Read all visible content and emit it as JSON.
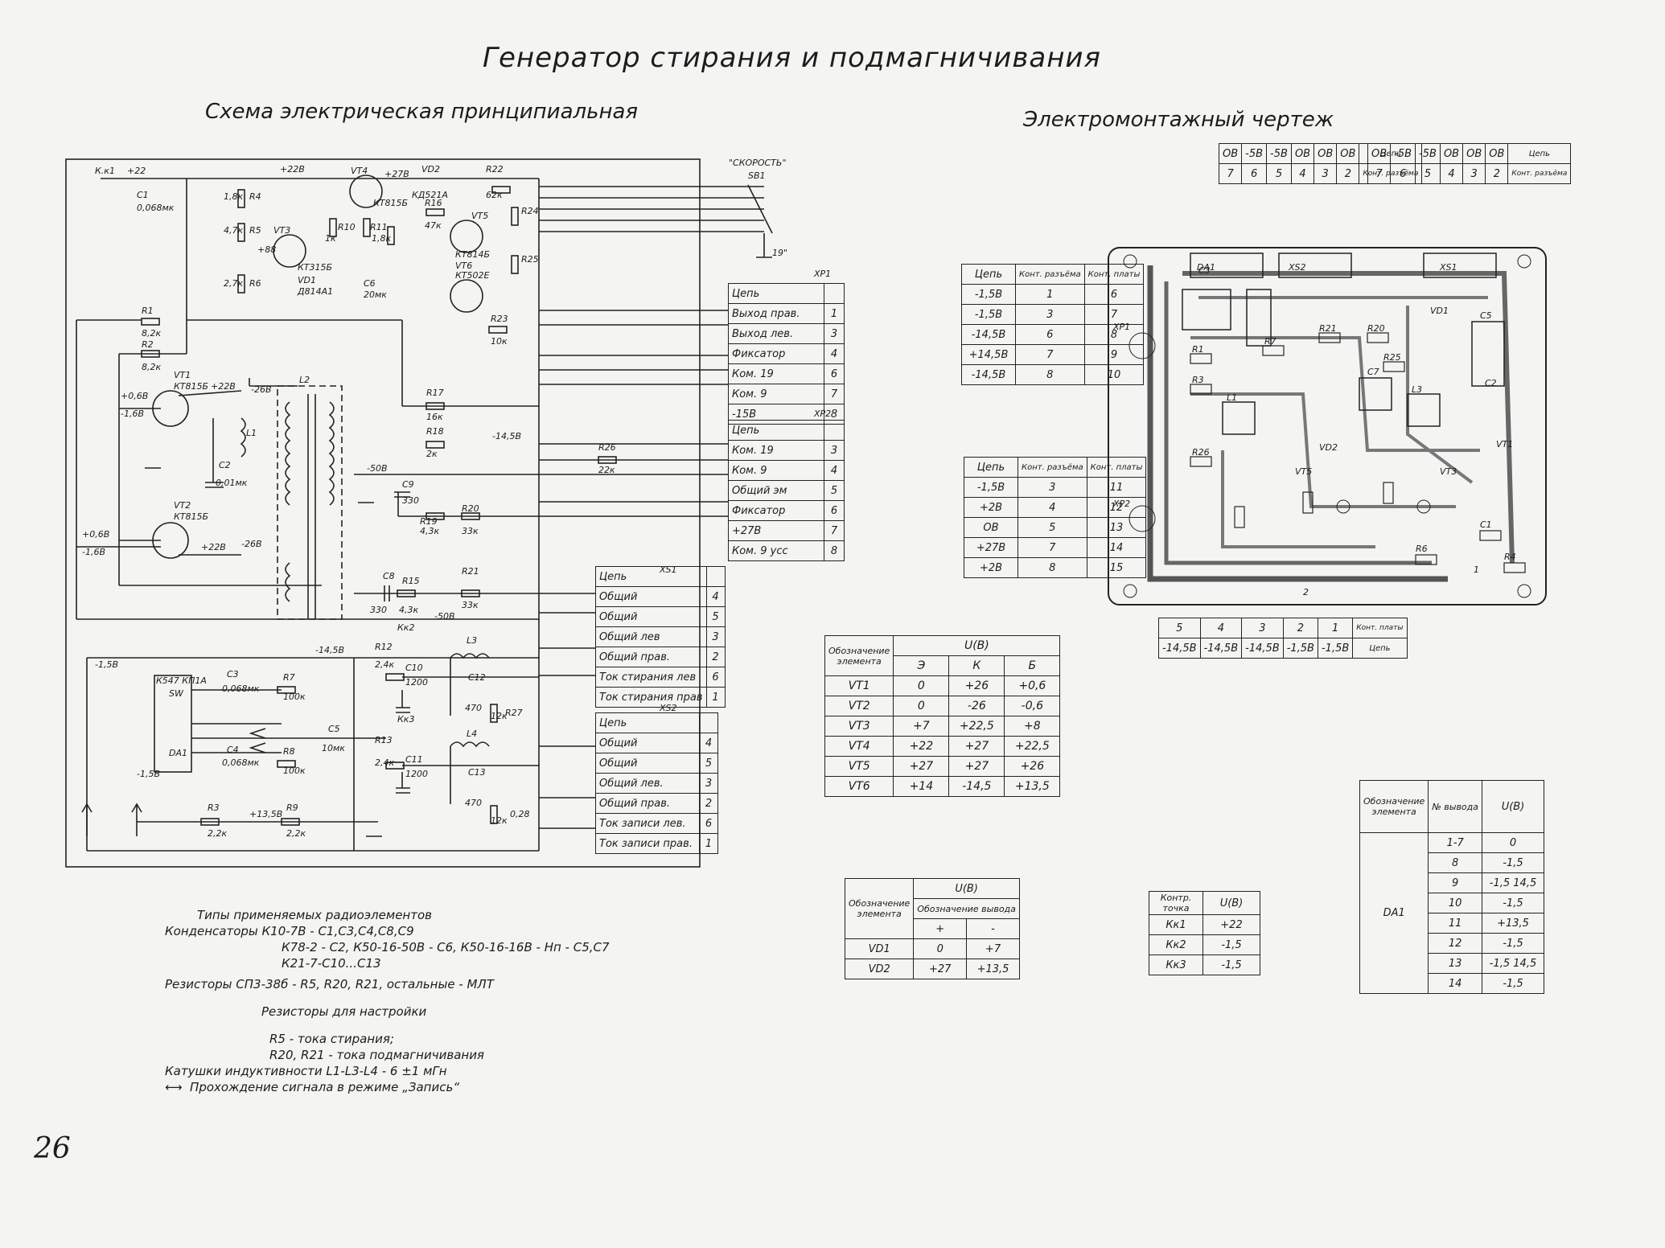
{
  "header": {
    "title": "Генератор стирания и подмагничивания",
    "schematic_title": "Схема электрическая принципиальная",
    "assembly_title": "Электромонтажный чертеж"
  },
  "page_number": "26",
  "schematic": {
    "components": [
      "К.к1",
      "+22",
      "C1",
      "0,068мк",
      "R4",
      "1,8к",
      "R5",
      "4,7к",
      "+88",
      "R6",
      "2,7к",
      "VT3",
      "КТ315Б",
      "VD1",
      "Д814А1",
      "R10",
      "1к",
      "R11",
      "1,8к",
      "VT4",
      "КТ815Б",
      "VD2",
      "КД521А",
      "R22",
      "62к",
      "R16",
      "47к",
      "VT5",
      "КТ814Б",
      "VT6",
      "КТ502Е",
      "R24",
      "R25",
      "C6",
      "20мк",
      "R23",
      "10к",
      "R1",
      "8,2к",
      "R2",
      "8,2к",
      "VT1",
      "КТ815Б",
      "+22В",
      "L2",
      "L1",
      "C2",
      "0,01мк",
      "VT2",
      "КТ815Б",
      "R17",
      "16к",
      "R18",
      "2к",
      "C9",
      "330",
      "R19",
      "4,3к",
      "R20",
      "33к",
      "C8",
      "330",
      "R15",
      "4,3к",
      "R21",
      "33к",
      "R26",
      "22к",
      "К547 КП1А",
      "SW",
      "DA1",
      "C3",
      "0,068мк",
      "R7",
      "100к",
      "C4",
      "0,068мк",
      "R8",
      "100к",
      "R12",
      "2,4к",
      "C10",
      "1200",
      "C5",
      "10мк",
      "R13",
      "2,4к",
      "C11",
      "1200",
      "L3",
      "C12",
      "470",
      "L4",
      "C13",
      "470",
      "R27",
      "12к",
      "R3",
      "2,2к",
      "R9",
      "2,2к",
      "Кк2",
      "Кк3",
      "SB1",
      "\"СКОРОСТЬ\"",
      "19\""
    ],
    "voltages": [
      "+22В",
      "+27В",
      "-26В",
      "+0,6В",
      "-1,6В",
      "+22В",
      "-50В",
      "-26В",
      "-14,5В",
      "-50В",
      "-14,5В",
      "-1,5В",
      "+13,5В"
    ],
    "xp1_title": "XP1",
    "xp1_rows": [
      {
        "label": "Цепь",
        "pin": ""
      },
      {
        "label": "Выход прав.",
        "pin": "1"
      },
      {
        "label": "Выход лев.",
        "pin": "3"
      },
      {
        "label": "Фиксатор",
        "pin": "4"
      },
      {
        "label": "Ком. 19",
        "pin": "6"
      },
      {
        "label": "Ком. 9",
        "pin": "7"
      },
      {
        "label": "-15В",
        "pin": "8"
      }
    ],
    "xp2_title": "XP2",
    "xp2_rows": [
      {
        "label": "Цепь",
        "pin": ""
      },
      {
        "label": "Ком. 19",
        "pin": "3"
      },
      {
        "label": "Ком. 9",
        "pin": "4"
      },
      {
        "label": "Общий эм",
        "pin": "5"
      },
      {
        "label": "Фиксатор",
        "pin": "6"
      },
      {
        "label": "+27В",
        "pin": "7"
      },
      {
        "label": "Ком. 9 усс",
        "pin": "8"
      }
    ],
    "xs1_title": "XS1",
    "xs1_rows": [
      {
        "label": "Цепь",
        "pin": ""
      },
      {
        "label": "Общий",
        "pin": "4"
      },
      {
        "label": "Общий",
        "pin": "5"
      },
      {
        "label": "Общий лев",
        "pin": "3"
      },
      {
        "label": "Общий прав.",
        "pin": "2"
      },
      {
        "label": "Ток стирания лев",
        "pin": "6"
      },
      {
        "label": "Ток стирания прав",
        "pin": "1"
      }
    ],
    "xs2_title": "XS2",
    "xs2_rows": [
      {
        "label": "Цепь",
        "pin": ""
      },
      {
        "label": "Общий",
        "pin": "4"
      },
      {
        "label": "Общий",
        "pin": "5"
      },
      {
        "label": "Общий лев.",
        "pin": "3"
      },
      {
        "label": "Общий прав.",
        "pin": "2"
      },
      {
        "label": "Ток записи лев.",
        "pin": "6"
      },
      {
        "label": "Ток записи прав.",
        "pin": "1"
      }
    ]
  },
  "contact_table_1": {
    "headers": [
      "Цепь",
      "Конт. разъёма",
      "Конт. платы"
    ],
    "rows": [
      [
        "-1,5В",
        "1",
        "6"
      ],
      [
        "-1,5В",
        "3",
        "7"
      ],
      [
        "-14,5В",
        "6",
        "8"
      ],
      [
        "+14,5В",
        "7",
        "9"
      ],
      [
        "-14,5В",
        "8",
        "10"
      ]
    ]
  },
  "contact_table_2": {
    "headers": [
      "Цепь",
      "Конт. разъёма",
      "Конт. платы"
    ],
    "rows": [
      [
        "-1,5В",
        "3",
        "11"
      ],
      [
        "+2В",
        "4",
        "12"
      ],
      [
        "ОВ",
        "5",
        "13"
      ],
      [
        "+27В",
        "7",
        "14"
      ],
      [
        "+2В",
        "8",
        "15"
      ]
    ]
  },
  "contact_table_top_left": {
    "headers": [
      "Цепь",
      "Конт. разъёма"
    ],
    "rows": [
      [
        "ОВ",
        "7"
      ],
      [
        "-5В",
        "6"
      ],
      [
        "-5В",
        "5"
      ],
      [
        "ОВ",
        "4"
      ],
      [
        "ОВ",
        "3"
      ],
      [
        "ОВ",
        "2"
      ]
    ]
  },
  "contact_table_top_right": {
    "headers": [
      "Цепь",
      "Конт. разъёма"
    ],
    "rows": [
      [
        "ОВ",
        "7"
      ],
      [
        "-5В",
        "6"
      ],
      [
        "-5В",
        "5"
      ],
      [
        "ОВ",
        "4"
      ],
      [
        "ОВ",
        "3"
      ],
      [
        "ОВ",
        "2"
      ]
    ]
  },
  "contact_table_bottom": {
    "headers": [
      "Цепь",
      "Конт. платы"
    ],
    "rows": [
      [
        "-14,5В",
        "5"
      ],
      [
        "-14,5В",
        "4"
      ],
      [
        "-14,5В",
        "3"
      ],
      [
        "-1,5В",
        "2"
      ],
      [
        "-1,5В",
        "1"
      ]
    ]
  },
  "transistor_voltages": {
    "title": "U(B)",
    "headers": [
      "Обозначение элемента",
      "Э",
      "К",
      "Б"
    ],
    "rows": [
      [
        "VT1",
        "0",
        "+26",
        "+0,6"
      ],
      [
        "VT2",
        "0",
        "-26",
        "-0,6"
      ],
      [
        "VT3",
        "+7",
        "+22,5",
        "+8"
      ],
      [
        "VT4",
        "+22",
        "+27",
        "+22,5"
      ],
      [
        "VT5",
        "+27",
        "+27",
        "+26"
      ],
      [
        "VT6",
        "+14",
        "-14,5",
        "+13,5"
      ]
    ]
  },
  "diode_voltages": {
    "title": "U(B)",
    "headers": [
      "Обозначение элемента",
      "+",
      "-"
    ],
    "subheader": "Обозначение вывода",
    "rows": [
      [
        "VD1",
        "0",
        "+7"
      ],
      [
        "VD2",
        "+27",
        "+13,5"
      ]
    ]
  },
  "test_points": {
    "headers": [
      "Контр. точка",
      "U(B)"
    ],
    "rows": [
      [
        "Кк1",
        "+22"
      ],
      [
        "Кк2",
        "-1,5"
      ],
      [
        "Кк3",
        "-1,5"
      ]
    ]
  },
  "da1_pins": {
    "headers": [
      "Обозначение элемента",
      "№ вывода",
      "U(B)"
    ],
    "element": "DA1",
    "rows": [
      [
        "1-7",
        "0"
      ],
      [
        "8",
        "-1,5"
      ],
      [
        "9",
        "-1,5 14,5"
      ],
      [
        "10",
        "-1,5"
      ],
      [
        "11",
        "+13,5"
      ],
      [
        "12",
        "-1,5"
      ],
      [
        "13",
        "-1,5 14,5"
      ],
      [
        "14",
        "-1,5"
      ]
    ]
  },
  "notes": {
    "line1": "Типы применяемых радиоэлементов",
    "line2": "Конденсаторы  К10-7В - С1,С3,С4,С8,С9",
    "line3": "К78-2 - С2, К50-16-50В - С6, К50-16-16В - Нп - С5,С7",
    "line4": "К21-7-С10...С13",
    "line5": "Резисторы СП3-38б - R5, R20, R21, остальные - МЛТ",
    "line6": "Резисторы для настройки",
    "line7": "R5 - тока стирания;",
    "line8": "R20, R21 - тока подмагничивания",
    "line9": "Катушки индуктивности  L1-L3-L4 - 6 ±1 мГн",
    "line10": "Прохождение сигнала в режиме „Запись“"
  }
}
